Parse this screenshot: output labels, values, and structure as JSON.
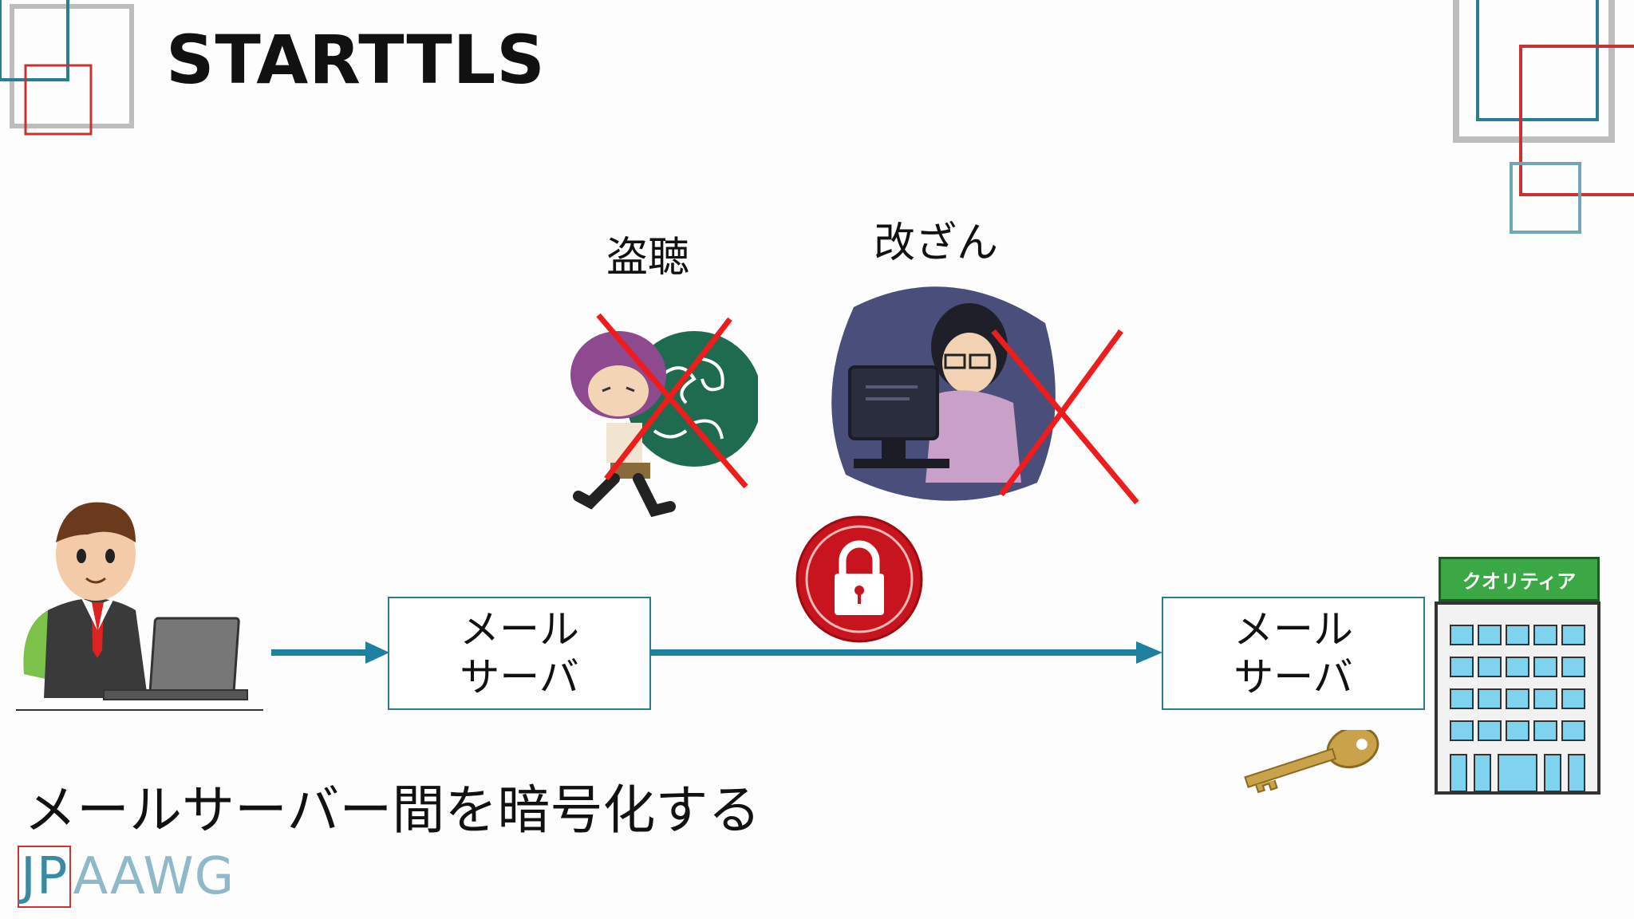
{
  "title": "STARTTLS",
  "threats": {
    "eavesdrop_label": "盗聴",
    "tamper_label": "改ざん"
  },
  "servers": {
    "left": {
      "line1": "メール",
      "line2": "サーバ"
    },
    "right": {
      "line1": "メール",
      "line2": "サーバ"
    }
  },
  "building": {
    "sign": "クオリティア"
  },
  "caption": "メールサーバー間を暗号化する",
  "logo": {
    "part1": "JP",
    "part2": "AAWG"
  },
  "colors": {
    "arrow": "#1e7fa0",
    "cross": "#ee1c1c",
    "lock": "#c8141e",
    "box_border": "#2a7e93",
    "sign_green": "#3aa845"
  }
}
